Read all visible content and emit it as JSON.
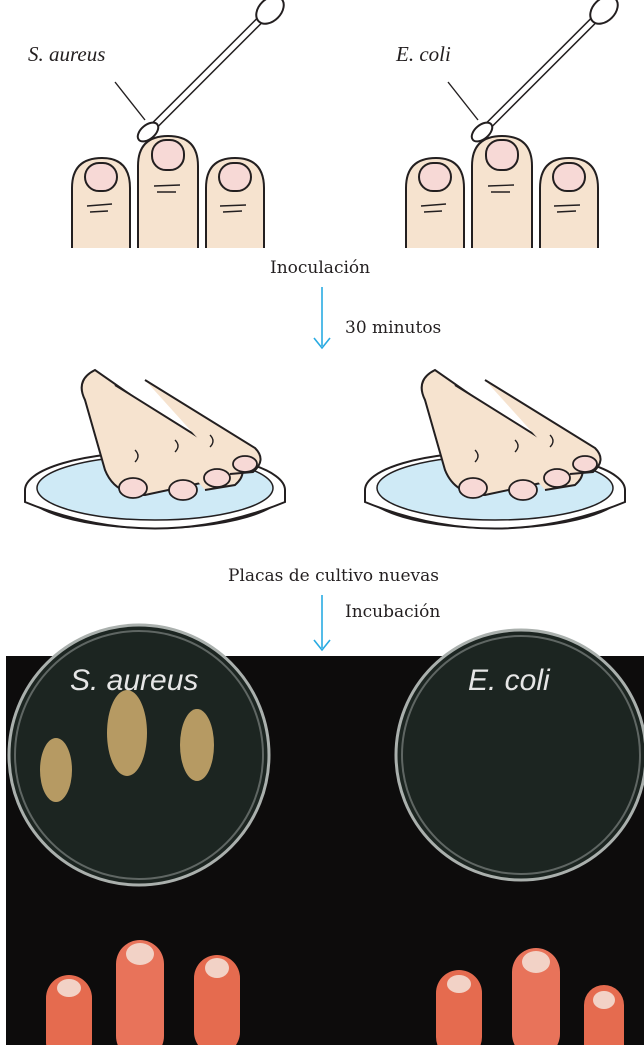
{
  "labels": {
    "left_swab": "S. aureus",
    "right_swab": "E. coli",
    "step1": "Inoculación",
    "step1_time": "30 minutos",
    "step2": "Placas de cultivo nuevas",
    "step2_action": "Incubación",
    "photo_left": "S. aureus",
    "photo_right": "E. coli"
  },
  "colors": {
    "skin": "#f6e3cf",
    "outline": "#231f20",
    "arrow": "#29abe2",
    "agar": "#cfeaf6",
    "photo_bg": "#0d0c0c",
    "colony": "#c8a76a"
  }
}
